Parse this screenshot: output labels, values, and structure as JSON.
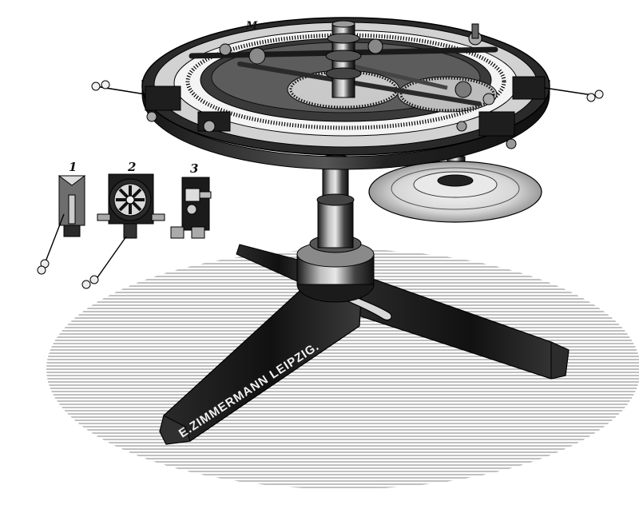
{
  "illustration": {
    "brand_inscription": "E.ZIMMERMANN LEIPZIG.",
    "dial_marker": "M",
    "detail_labels": [
      "1",
      "2",
      "3"
    ]
  },
  "palette": {
    "ink": "#111111",
    "paper": "#ffffff",
    "hatch_gray": "#9a9a9a",
    "metal_mid": "#6b6b6b"
  }
}
